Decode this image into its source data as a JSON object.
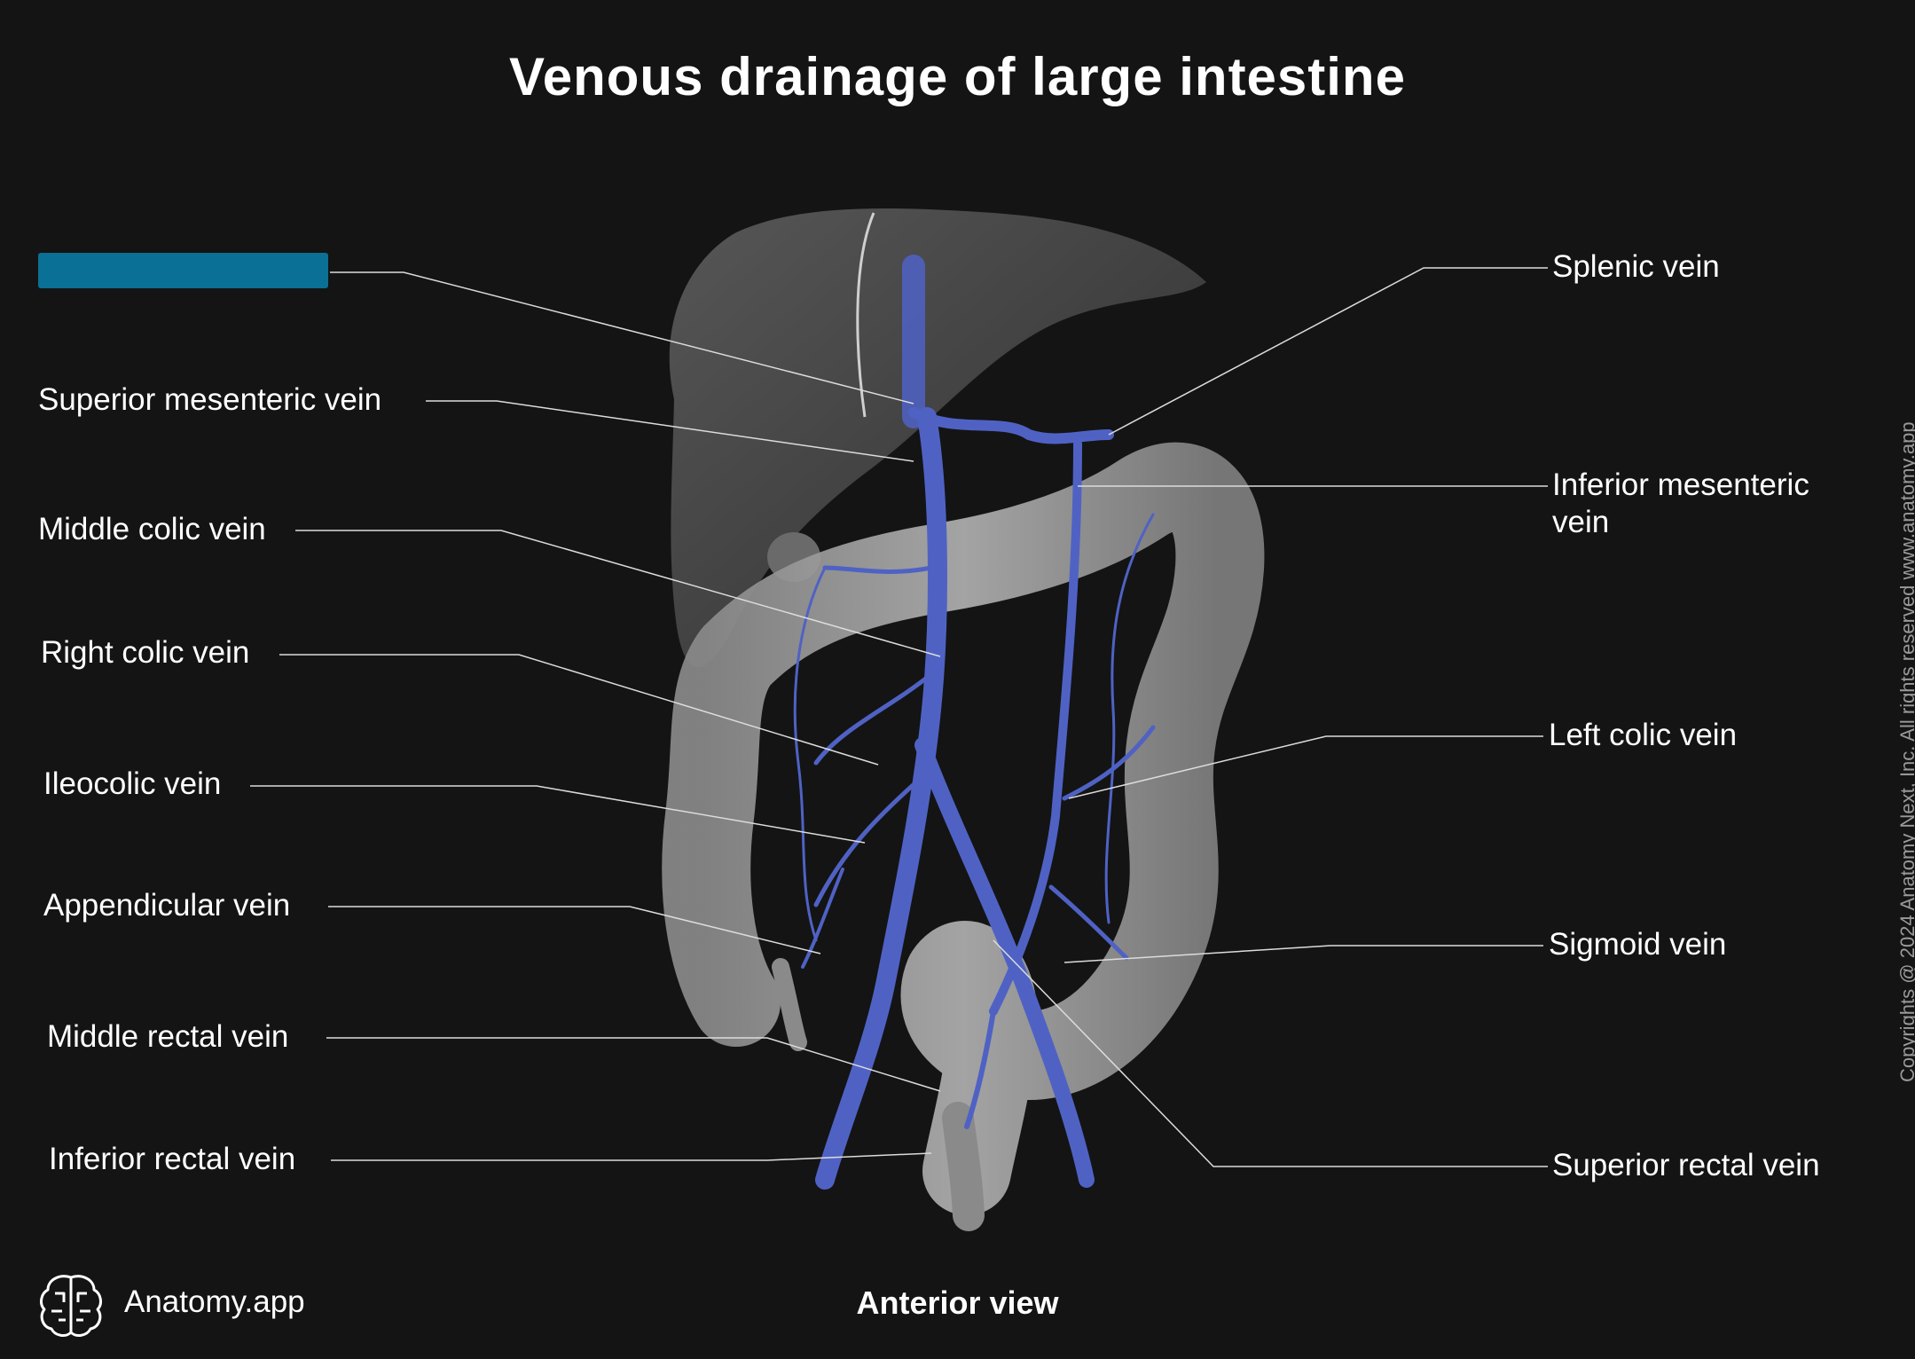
{
  "title": "Venous drainage of large intestine",
  "view_label": "Anterior view",
  "brand": {
    "name": "Anatomy.app",
    "icon": "brain-logo-icon"
  },
  "copyright": "Copyrights @ 2024 Anatomy Next, Inc. All rights reserved www.anatomy.app",
  "hidden_label_color": "#0a7095",
  "vein_color": "#4f62c4",
  "left_labels": [
    "Superior mesenteric vein",
    "Middle colic vein",
    "Right colic vein",
    "Ileocolic vein",
    "Appendicular vein",
    "Middle rectal vein",
    "Inferior rectal vein"
  ],
  "right_labels": [
    "Splenic vein",
    "Inferior mesenteric vein",
    "Left colic vein",
    "Sigmoid vein",
    "Superior rectal vein"
  ]
}
